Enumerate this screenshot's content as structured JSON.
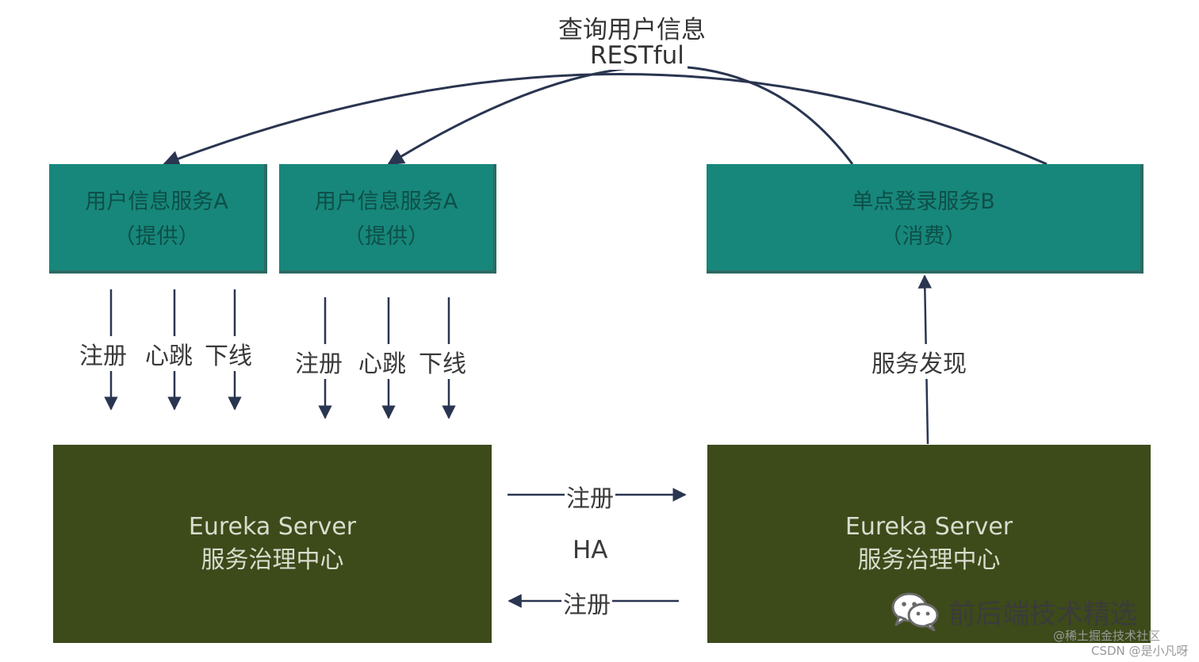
{
  "top": {
    "title": "查询用户信息",
    "protocol": "RESTful"
  },
  "providers": [
    {
      "name": "用户信息服务A",
      "role": "（提供）"
    },
    {
      "name": "用户信息服务A",
      "role": "（提供）"
    }
  ],
  "consumer": {
    "name": "单点登录服务B",
    "role": "（消费）"
  },
  "actions": {
    "register": "注册",
    "heartbeat": "心跳",
    "offline": "下线"
  },
  "discovery": "服务发现",
  "servers": [
    {
      "line1": "Eureka Server",
      "line2": "服务治理中心"
    },
    {
      "line1": "Eureka Server",
      "line2": "服务治理中心"
    }
  ],
  "replication": {
    "forward": "注册",
    "middle": "HA",
    "backward": "注册"
  },
  "watermark": {
    "brand": "前后端技术精选",
    "site": "@稀土掘金技术社区",
    "author": "CSDN @是小凡呀"
  },
  "colors": {
    "service_box": "#17877b",
    "server_box": "#3d4a1a",
    "arrow": "#2a3550"
  }
}
